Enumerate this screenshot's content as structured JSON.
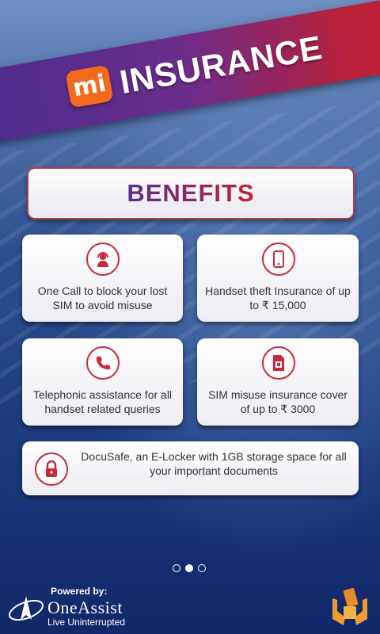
{
  "header": {
    "logo_mark": "mi",
    "title": "INSURANCE"
  },
  "benefits_heading": "BENEFITS",
  "cards": [
    {
      "icon": "headset-icon",
      "text": "One Call to block your lost SIM to avoid misuse"
    },
    {
      "icon": "smartphone-icon",
      "text": "Handset theft Insurance of up to ₹ 15,000"
    },
    {
      "icon": "phone-handset-icon",
      "text": "Telephonic assistance for all handset related queries"
    },
    {
      "icon": "sim-card-icon",
      "text": "SIM misuse insurance cover of up to ₹ 3000"
    },
    {
      "icon": "lock-icon",
      "text": "DocuSafe, an E-Locker with 1GB storage space for all your important documents"
    }
  ],
  "pager": {
    "pages": 3,
    "active": 2
  },
  "footer": {
    "powered_by": "Powered by:",
    "brand_name": "OneAssist",
    "tagline": "Live Uninterrupted"
  },
  "colors": {
    "accent_red": "#c9283d",
    "brand_orange": "#f26b1d",
    "banner_purple": "#4a2d8c"
  }
}
